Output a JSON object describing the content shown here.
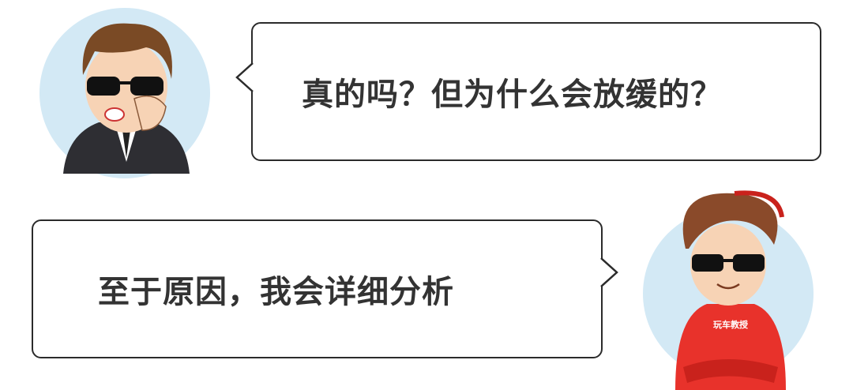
{
  "dialogue": [
    {
      "speaker": "man-in-suit",
      "text": "真的吗？但为什么会放缓的？"
    },
    {
      "speaker": "man-in-red-jacket",
      "text": "至于原因，我会详细分析"
    }
  ],
  "jacket_logo": "玩车教授",
  "colors": {
    "avatar_bg": "#d3e9f5",
    "bubble_border": "#2b2b2b",
    "text": "#333333",
    "jacket": "#e8322b"
  }
}
